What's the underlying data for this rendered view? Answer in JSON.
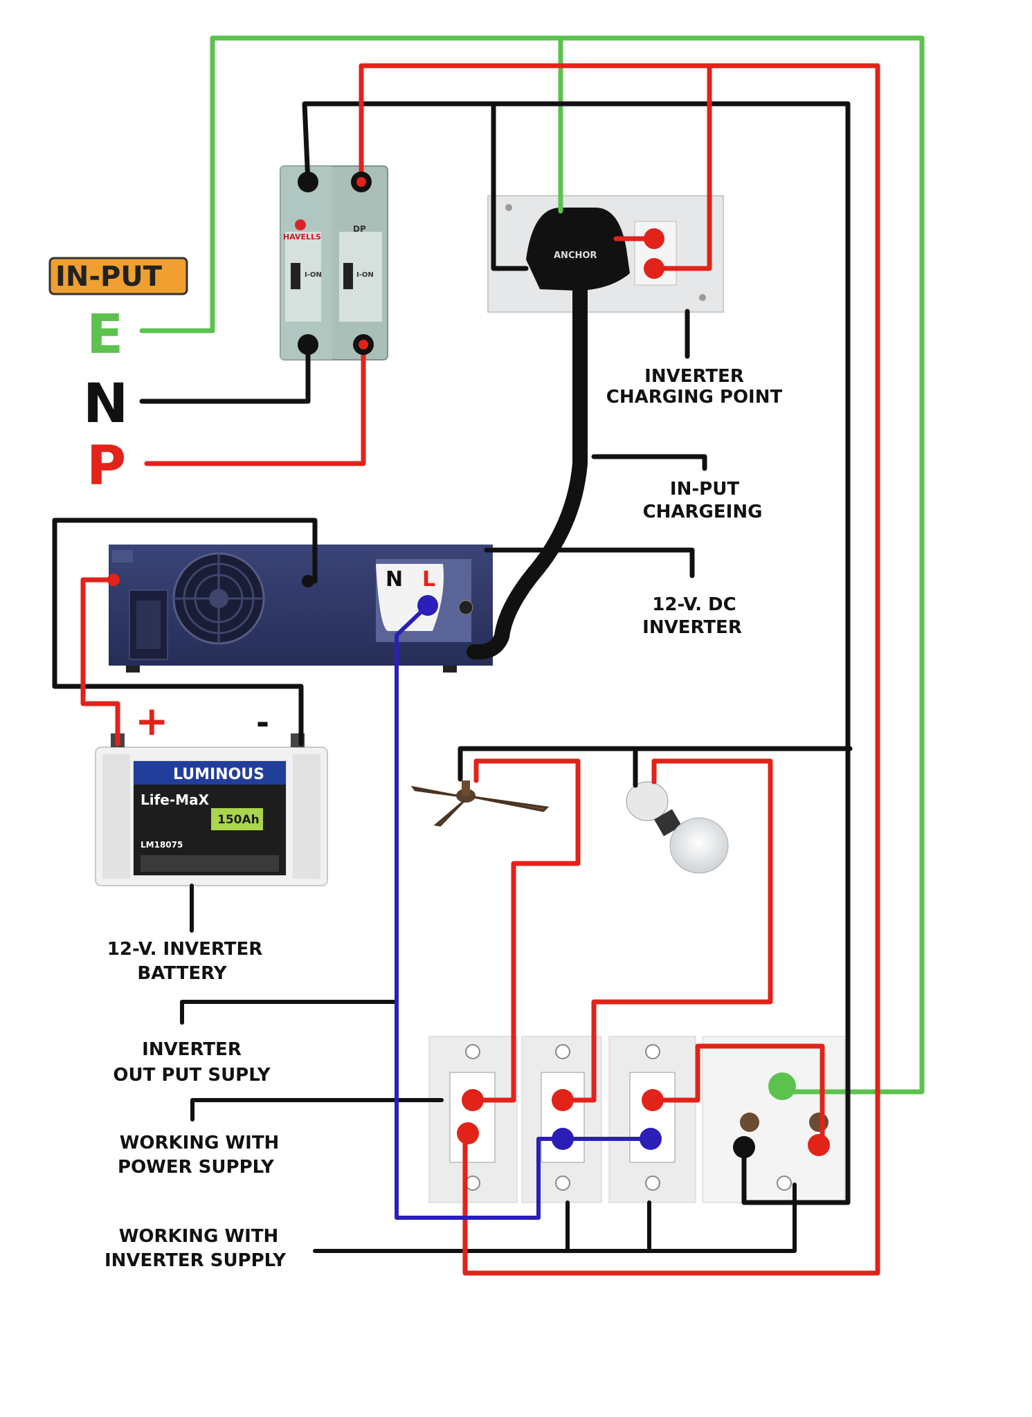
{
  "input_label": "IN-PUT",
  "terminals": {
    "earth": "E",
    "neutral": "N",
    "phase": "P"
  },
  "breaker": {
    "brand": "HAVELLS",
    "type": "DP",
    "pole1": "I-ON",
    "pole2": "I-ON"
  },
  "plug_brand": "ANCHOR",
  "inverter_socket": {
    "neutral": "N",
    "live": "L"
  },
  "battery": {
    "brand": "LUMINOUS",
    "model": "Life-MaX",
    "capacity": "150Ah",
    "code": "LM18075",
    "positive": "+",
    "negative": "-"
  },
  "labels": {
    "charging_point_1": "INVERTER",
    "charging_point_2": "CHARGING POINT",
    "input_charging_1": "IN-PUT",
    "input_charging_2": "CHARGEING",
    "dc_inverter_1": "12-V. DC",
    "dc_inverter_2": "INVERTER",
    "battery_1": "12-V. INVERTER",
    "battery_2": "BATTERY",
    "output_1": "INVERTER",
    "output_2": "OUT PUT SUPLY",
    "power_1": "WORKING WITH",
    "power_2": "POWER SUPPLY",
    "inv_supply_1": "WORKING WITH",
    "inv_supply_2": "INVERTER SUPPLY"
  },
  "colors": {
    "earth": "#5cc24e",
    "phase": "#e2231a",
    "neutral": "#111111",
    "inverter_output": "#2b1fb8",
    "inverter_body": "#2f3766",
    "input_badge": "#f0a030"
  }
}
